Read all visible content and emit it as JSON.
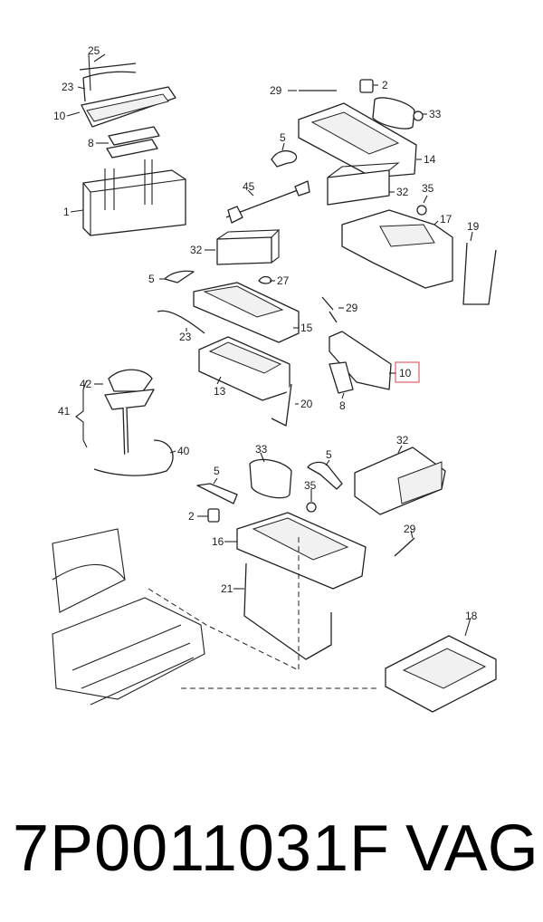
{
  "callouts": {
    "c25": "25",
    "c23a": "23",
    "c10a": "10",
    "c8a": "8",
    "c1": "1",
    "c29a": "29",
    "c2a": "2",
    "c33a": "33",
    "c5a": "5",
    "c14": "14",
    "c45": "45",
    "c32a": "32",
    "c35a": "35",
    "c17": "17",
    "c19": "19",
    "c32b": "32",
    "c5b": "5",
    "c27": "27",
    "c29b": "29",
    "c15": "15",
    "c23b": "23",
    "c10b": "10",
    "c13": "13",
    "c8b": "8",
    "c20": "20",
    "c42": "42",
    "c41": "41",
    "c40": "40",
    "c33b": "33",
    "c5c": "5",
    "c32c": "32",
    "c5d": "5",
    "c35b": "35",
    "c2b": "2",
    "c16": "16",
    "c29c": "29",
    "c21": "21",
    "c18": "18"
  },
  "highlight_color": "#e0606a",
  "footer": {
    "part_number": "7P0011031F",
    "brand": "VAG"
  }
}
